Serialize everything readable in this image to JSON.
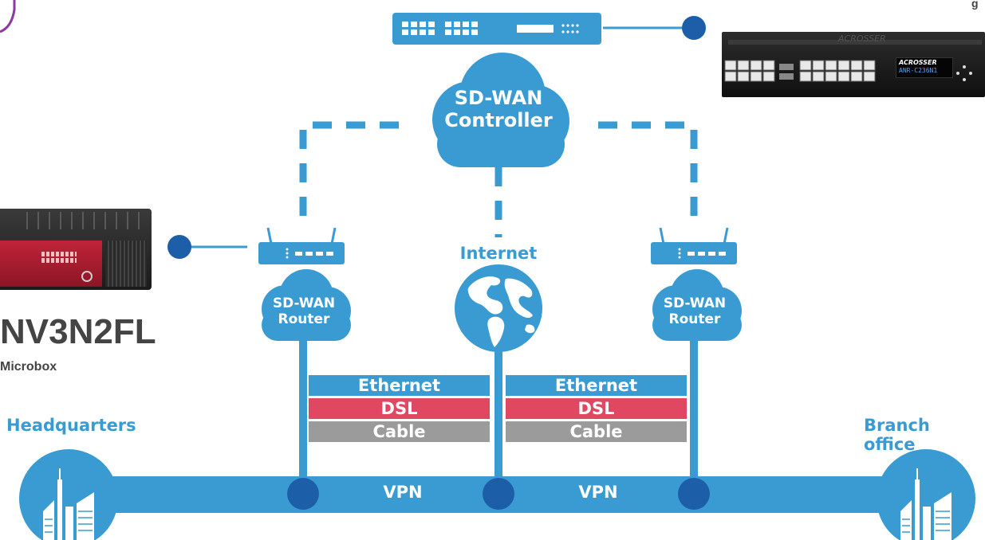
{
  "colors": {
    "accent": "#3a9bd3",
    "dark_node": "#1c5fa8",
    "ethernet": "#3a9bd3",
    "dsl": "#e04862",
    "cable": "#9b9b9b",
    "purple_badge": "#8a3aa1"
  },
  "controller": {
    "label_line1": "SD-WAN",
    "label_line2": "Controller"
  },
  "internet": {
    "label": "Internet"
  },
  "routers": {
    "left": {
      "line1": "SD-WAN",
      "line2": "Router"
    },
    "right": {
      "line1": "SD-WAN",
      "line2": "Router"
    }
  },
  "links": {
    "left": {
      "ethernet": "Ethernet",
      "dsl": "DSL",
      "cable": "Cable"
    },
    "right": {
      "ethernet": "Ethernet",
      "dsl": "DSL",
      "cable": "Cable"
    }
  },
  "vpn": {
    "left": "VPN",
    "right": "VPN"
  },
  "sites": {
    "hq": "Headquarters",
    "branch": "Branch office"
  },
  "product": {
    "name": "NV3N2FL",
    "subtitle": "Microbox"
  },
  "rack_device": {
    "brand": "ACROSSER",
    "display": "ANR-C236N1"
  },
  "top_right_cut_text": "g"
}
